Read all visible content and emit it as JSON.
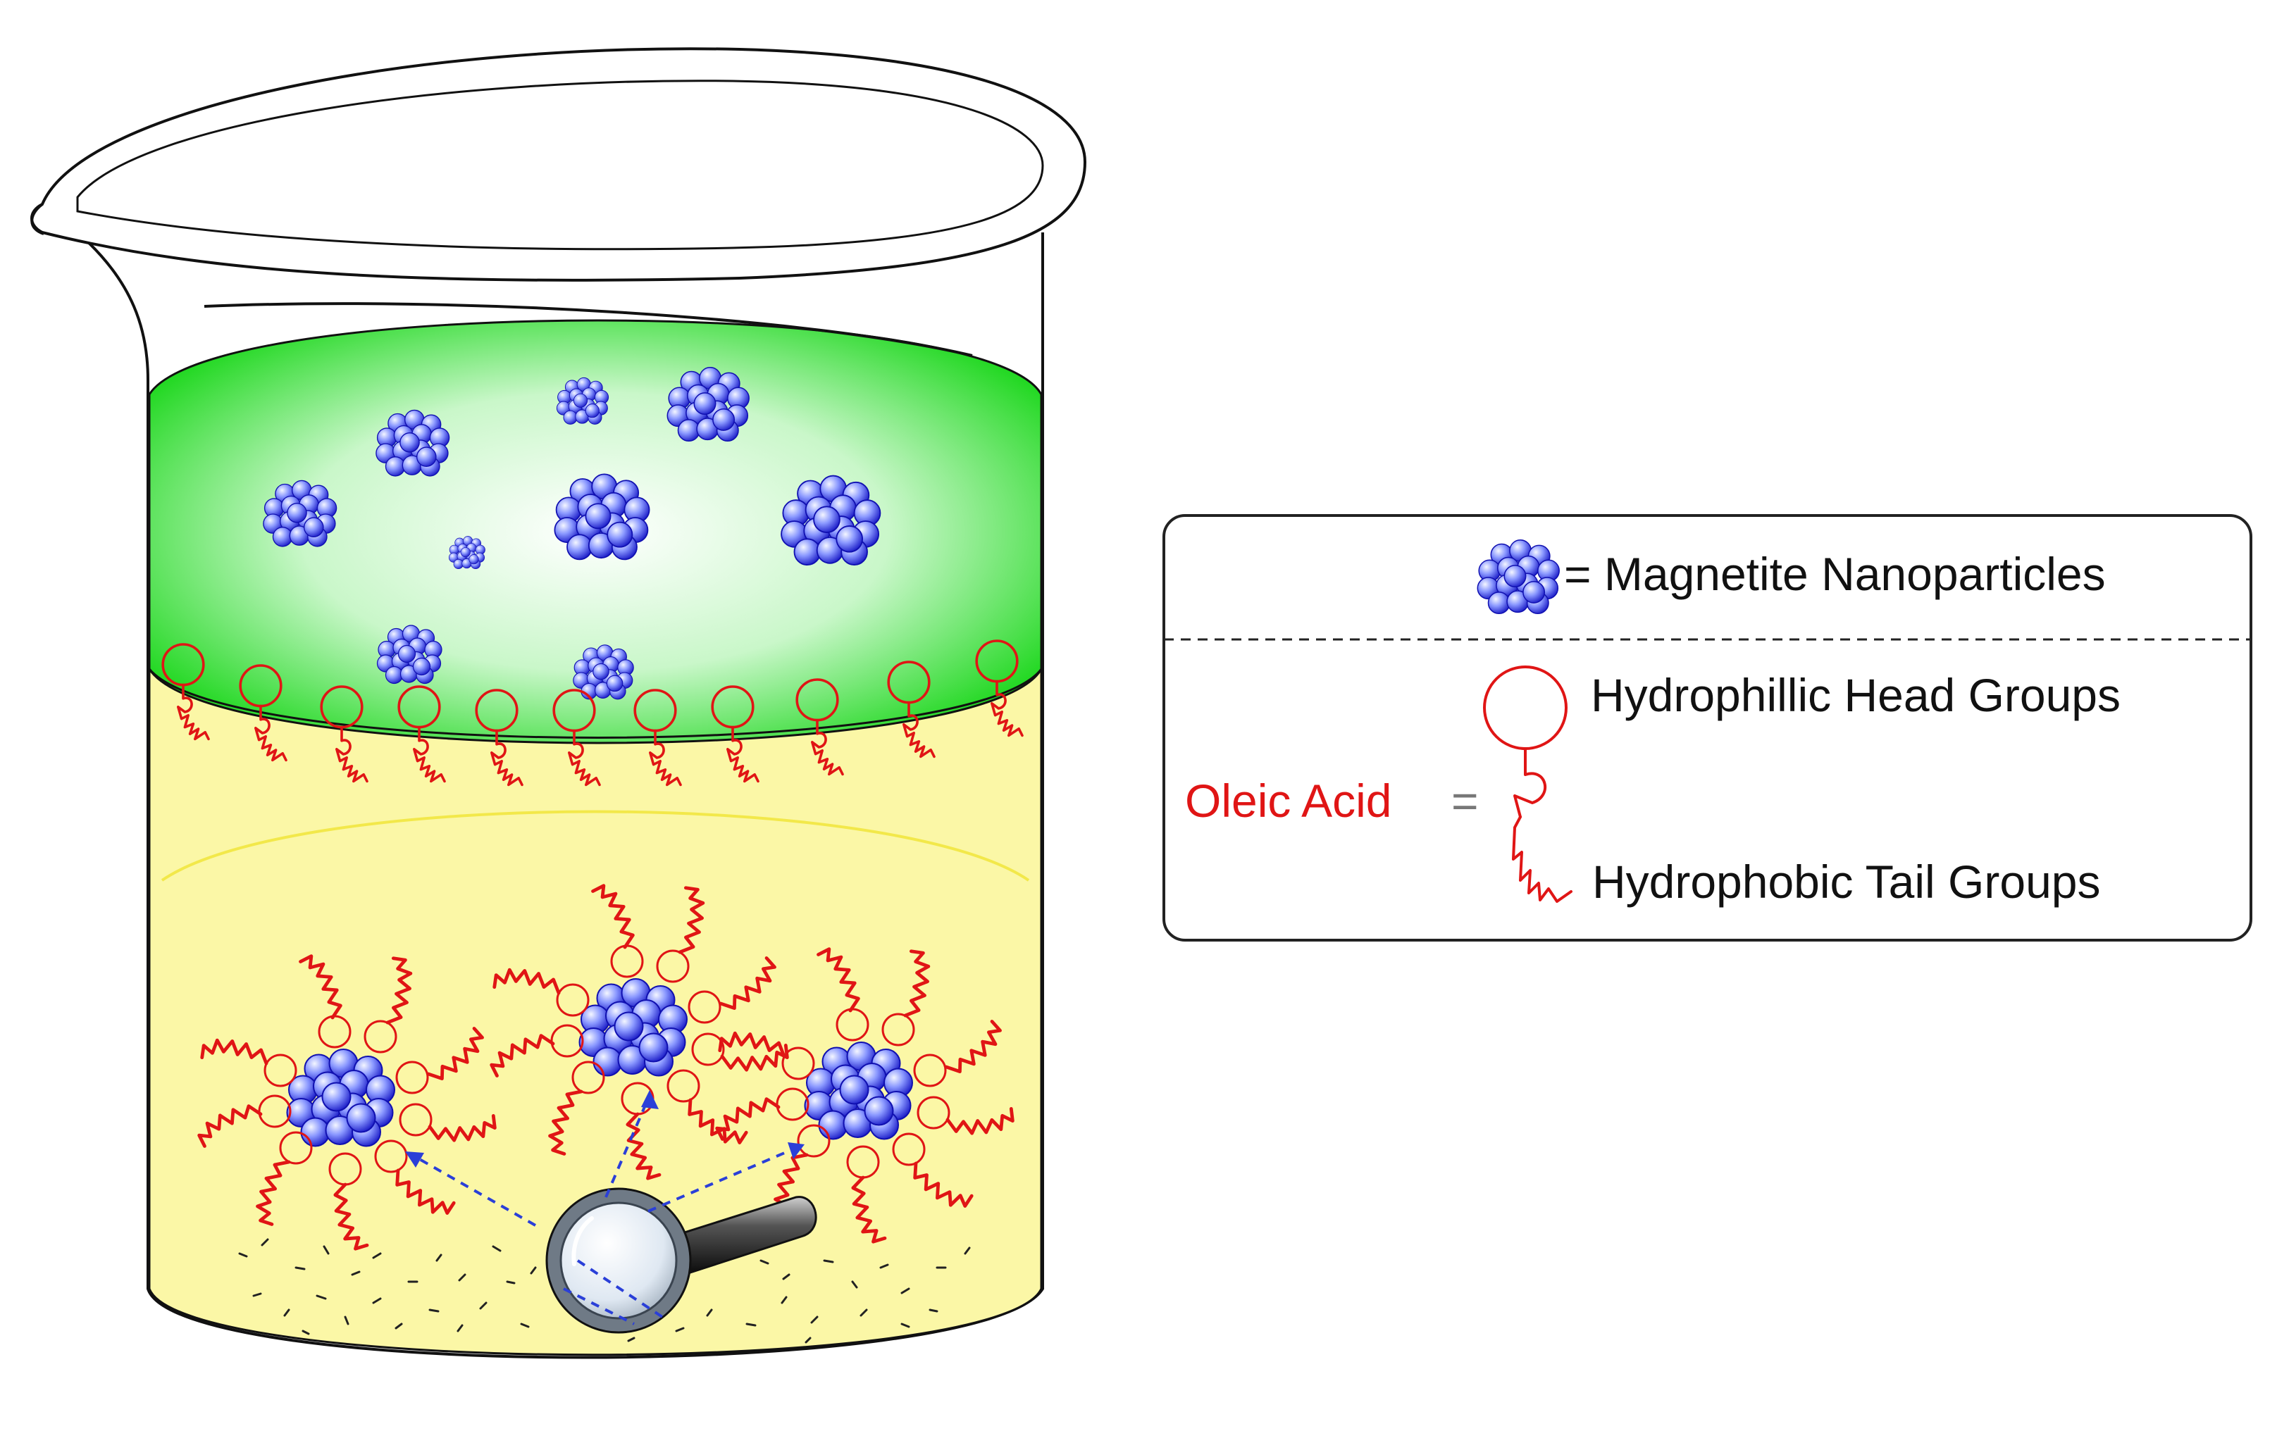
{
  "legend": {
    "nanoparticle_label": "= Magnetite Nanoparticles",
    "oleic_label": "Oleic Acid",
    "equals_sign": "=",
    "head_label": "Hydrophillic Head Groups",
    "tail_label": "Hydrophobic Tail Groups"
  },
  "colors": {
    "outline": "#111111",
    "beaker_fill": "#ffffff",
    "organic_phase": "#2fe02f",
    "aqueous_phase": "#fbf7a6",
    "aqueous_edge": "#f2e84a",
    "surfactant": "#e01515",
    "particle_dark": "#1616c8",
    "particle_light": "#b8c0ff",
    "arrow": "#2a3fd8",
    "legend_text": "#111111",
    "oleic_text": "#e01515",
    "equals_text": "#777777"
  },
  "icons": [
    "magnetite-cluster-icon",
    "oleic-acid-molecule-icon",
    "magnifying-glass-icon"
  ]
}
